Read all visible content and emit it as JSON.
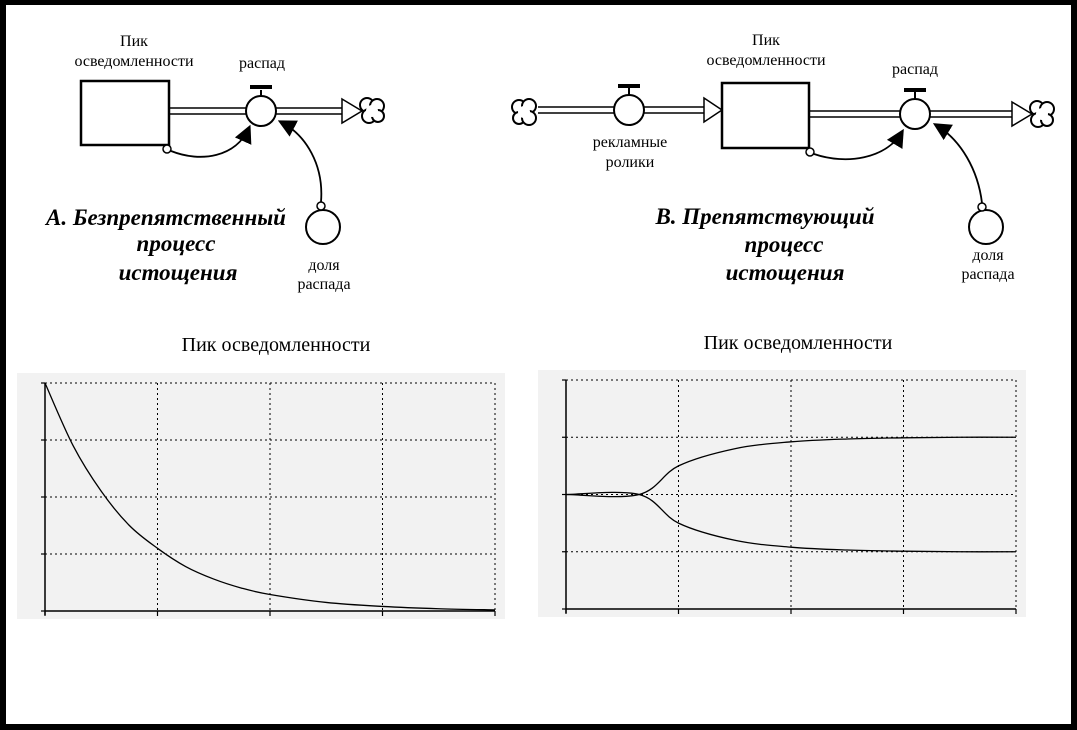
{
  "diagram_a": {
    "stock_label": [
      "Пик",
      "осведомленности"
    ],
    "outflow_label": "распад",
    "aux_label": [
      "доля",
      "распада"
    ],
    "caption": [
      "А. Безпрепятственный",
      "процесс",
      "истощения"
    ],
    "icons": [
      "cloud-sink-icon",
      "valve-icon"
    ]
  },
  "diagram_b": {
    "stock_label": [
      "Пик",
      "осведомленности"
    ],
    "inflow_label": [
      "рекламные",
      "ролики"
    ],
    "outflow_label": "распад",
    "aux_label": [
      "доля",
      "распада"
    ],
    "caption": [
      "В. Препятствующий",
      "процесс",
      "истощения"
    ],
    "icons": [
      "cloud-source-icon",
      "cloud-sink-icon",
      "valve-icon"
    ]
  },
  "chart_data": [
    {
      "type": "line",
      "title": "Пик осведомленности",
      "xlabel": "",
      "ylabel": "",
      "xlim": [
        0,
        4
      ],
      "ylim": [
        0,
        4
      ],
      "grid": true,
      "series": [
        {
          "x": [
            0,
            0.25,
            0.5,
            0.75,
            1.0,
            1.25,
            1.5,
            1.75,
            2.0,
            2.5,
            3.0,
            3.5,
            4.0
          ],
          "y": [
            4.0,
            2.9,
            2.1,
            1.5,
            1.1,
            0.78,
            0.56,
            0.4,
            0.29,
            0.15,
            0.08,
            0.04,
            0.02
          ]
        }
      ]
    },
    {
      "type": "line",
      "title": "Пик осведомленности",
      "xlabel": "",
      "ylabel": "",
      "xlim": [
        0,
        4
      ],
      "ylim": [
        0,
        4
      ],
      "grid": true,
      "series": [
        {
          "x": [
            0,
            0.65,
            1.0,
            1.5,
            2.0,
            2.5,
            3.0,
            3.5,
            4.0
          ],
          "y": [
            2.0,
            2.0,
            2.5,
            2.8,
            2.92,
            2.97,
            2.99,
            3.0,
            3.0
          ]
        },
        {
          "x": [
            0,
            0.65,
            1.0,
            1.5,
            2.0,
            2.5,
            3.0,
            3.5,
            4.0
          ],
          "y": [
            2.0,
            2.0,
            1.5,
            1.2,
            1.08,
            1.03,
            1.01,
            1.0,
            1.0
          ]
        }
      ]
    }
  ]
}
